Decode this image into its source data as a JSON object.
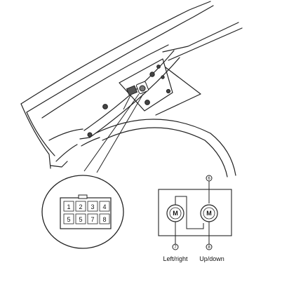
{
  "connector": {
    "pins_top": [
      "1",
      "2",
      "3",
      "4"
    ],
    "pins_bottom": [
      "5",
      "5",
      "7",
      "8"
    ]
  },
  "schematic": {
    "motor_left": {
      "label": "M",
      "terminal": "7",
      "caption": "Left/right"
    },
    "motor_right": {
      "label": "M",
      "terminal_top": "6",
      "terminal_bottom": "8",
      "caption": "Up/down"
    }
  },
  "colors": {
    "line": "#222222",
    "background": "#ffffff",
    "fill_gray": "#777777"
  }
}
